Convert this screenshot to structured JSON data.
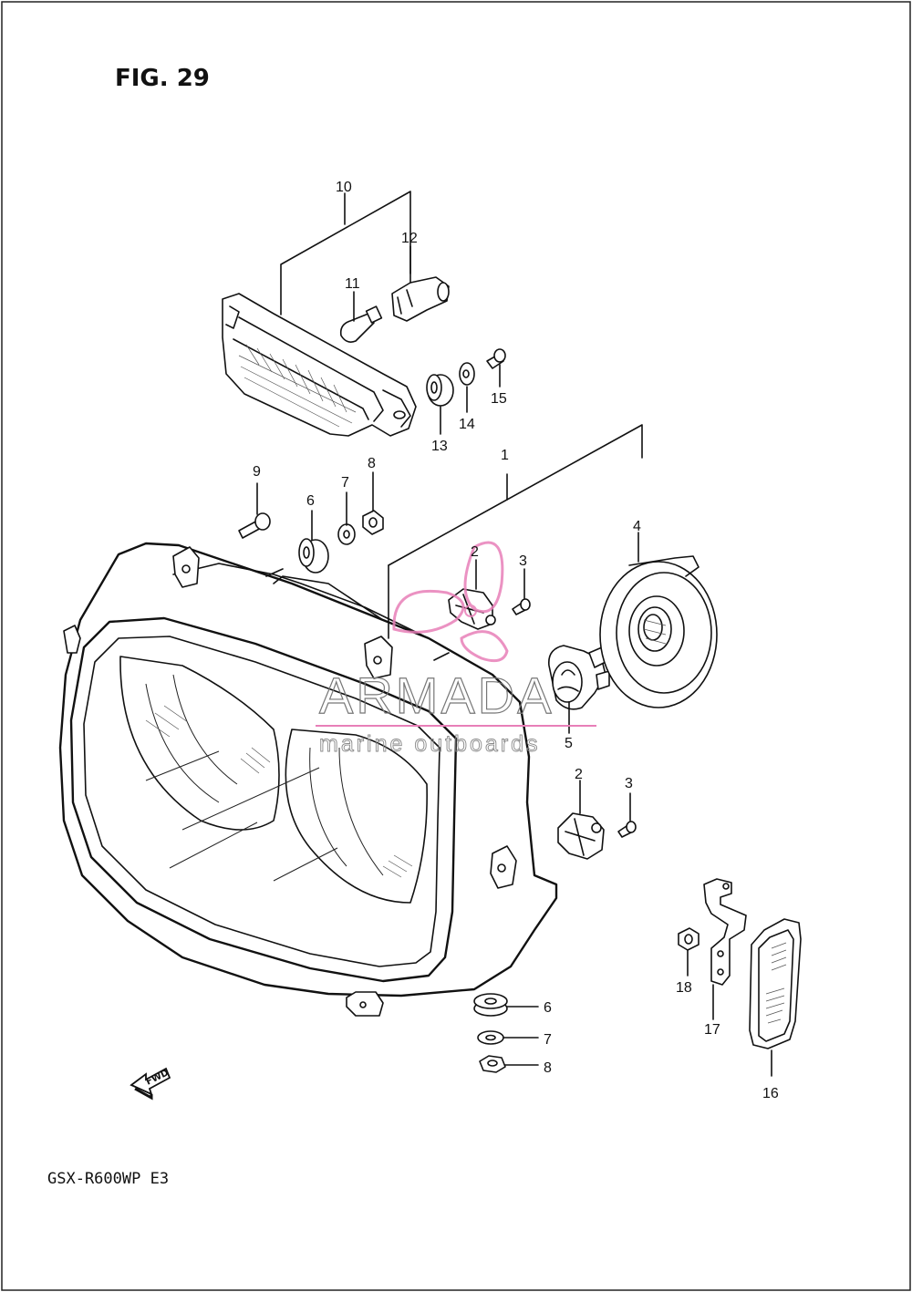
{
  "figure": {
    "title": "FIG. 29",
    "model_code": "GSX-R600WP  E3",
    "fwd_label": "FWD"
  },
  "watermark": {
    "brand": "ARMADA",
    "tagline": "marine outboards",
    "accent_color": "#e87fb8"
  },
  "callouts": [
    {
      "id": "c10",
      "label": "10"
    },
    {
      "id": "c12",
      "label": "12"
    },
    {
      "id": "c11",
      "label": "11"
    },
    {
      "id": "c15",
      "label": "15"
    },
    {
      "id": "c14",
      "label": "14"
    },
    {
      "id": "c13",
      "label": "13"
    },
    {
      "id": "c9",
      "label": "9"
    },
    {
      "id": "c8a",
      "label": "8"
    },
    {
      "id": "c7a",
      "label": "7"
    },
    {
      "id": "c6a",
      "label": "6"
    },
    {
      "id": "c1",
      "label": "1"
    },
    {
      "id": "c4",
      "label": "4"
    },
    {
      "id": "c2a",
      "label": "2"
    },
    {
      "id": "c3a",
      "label": "3"
    },
    {
      "id": "c5",
      "label": "5"
    },
    {
      "id": "c2b",
      "label": "2"
    },
    {
      "id": "c3b",
      "label": "3"
    },
    {
      "id": "c18",
      "label": "18"
    },
    {
      "id": "c17",
      "label": "17"
    },
    {
      "id": "c16",
      "label": "16"
    },
    {
      "id": "c6b",
      "label": "6"
    },
    {
      "id": "c7b",
      "label": "7"
    },
    {
      "id": "c8b",
      "label": "8"
    }
  ]
}
